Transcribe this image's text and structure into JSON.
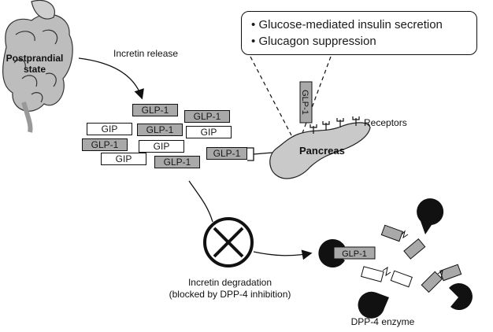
{
  "intestine": {
    "label_line1": "Postprandial",
    "label_line2": "state"
  },
  "arrow_label": "Incretin release",
  "hormones": {
    "glp1": "GLP-1",
    "gip": "GIP"
  },
  "callout": {
    "bullet": "•",
    "items": [
      "Glucose-mediated insulin secretion",
      "Glucagon suppression"
    ]
  },
  "pancreas": {
    "label": "Pancreas",
    "receptors_label": "Receptors"
  },
  "degradation": {
    "line1": "Incretin degradation",
    "line2": "(blocked by DPP-4 inhibition)"
  },
  "enzyme": {
    "label": "DPP-4 enzyme"
  }
}
